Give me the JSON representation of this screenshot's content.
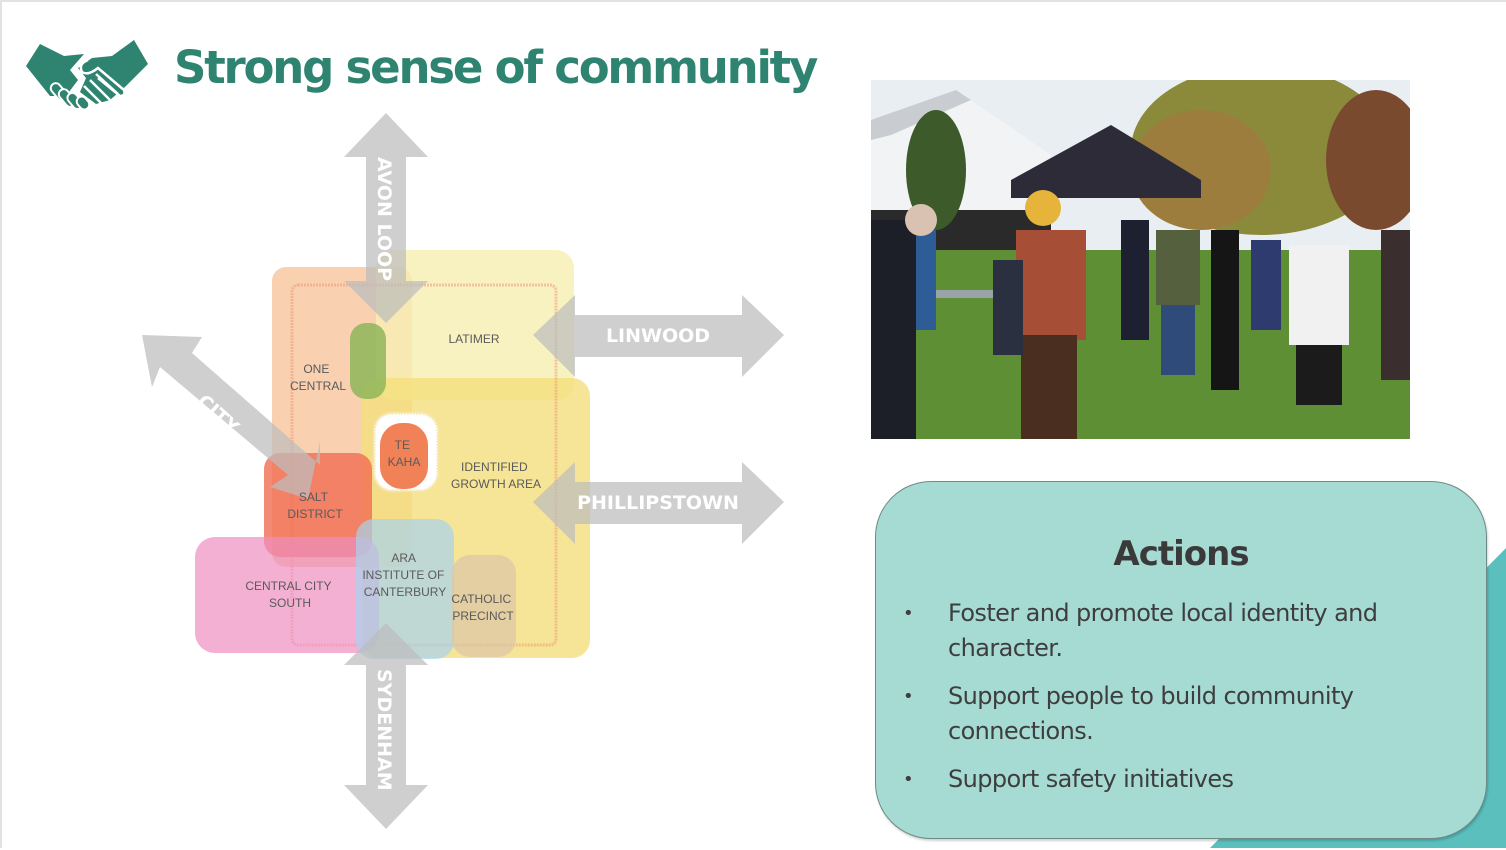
{
  "slide": {
    "title": "Strong sense of community",
    "title_icon": "handshake-icon",
    "brand_color": "#2e8470",
    "accent_teal": "#5bbfbd",
    "panel_color": "#a6dbd4"
  },
  "diagram": {
    "arrows": [
      {
        "label": "AVON LOOP",
        "direction": "north"
      },
      {
        "label": "LINWOOD",
        "direction": "east"
      },
      {
        "label": "CITY",
        "direction": "north-west"
      },
      {
        "label": "PHILLIPSTOWN",
        "direction": "east"
      },
      {
        "label": "SYDENHAM",
        "direction": "south"
      }
    ],
    "zones": [
      {
        "name": "ONE CENTRAL",
        "lines": [
          "ONE",
          "CENTRAL"
        ],
        "color": "#f8c9a2"
      },
      {
        "name": "LATIMER",
        "lines": [
          "LATIMER"
        ],
        "color": "#f7f0b0"
      },
      {
        "name": "TE KAHA",
        "lines": [
          "TE",
          "KAHA"
        ],
        "color": "#f07a4e"
      },
      {
        "name": "IDENTIFIED GROWTH AREA",
        "lines": [
          "IDENTIFIED",
          "GROWTH AREA"
        ],
        "color": "#f4df7c"
      },
      {
        "name": "SALT DISTRICT",
        "lines": [
          "SALT",
          "DISTRICT"
        ],
        "color": "#f08062"
      },
      {
        "name": "CENTRAL CITY SOUTH",
        "lines": [
          "CENTRAL CITY",
          "SOUTH"
        ],
        "color": "#f0a8cc"
      },
      {
        "name": "ARA INSTITUTE OF CANTERBURY",
        "lines": [
          "ARA",
          "INSTITUTE OF",
          "CANTERBURY"
        ],
        "color": "#bcdff0"
      },
      {
        "name": "CATHOLIC PRECINCT",
        "lines": [
          "CATHOLIC",
          "PRECINCT"
        ],
        "color": "#e6d3b6"
      }
    ]
  },
  "photo": {
    "description_icon": "community-event-photo"
  },
  "actions": {
    "title": "Actions",
    "items": [
      "Foster and promote local identity and character.",
      "Support people to build community connections.",
      "Support safety initiatives"
    ],
    "bullet": "•"
  }
}
